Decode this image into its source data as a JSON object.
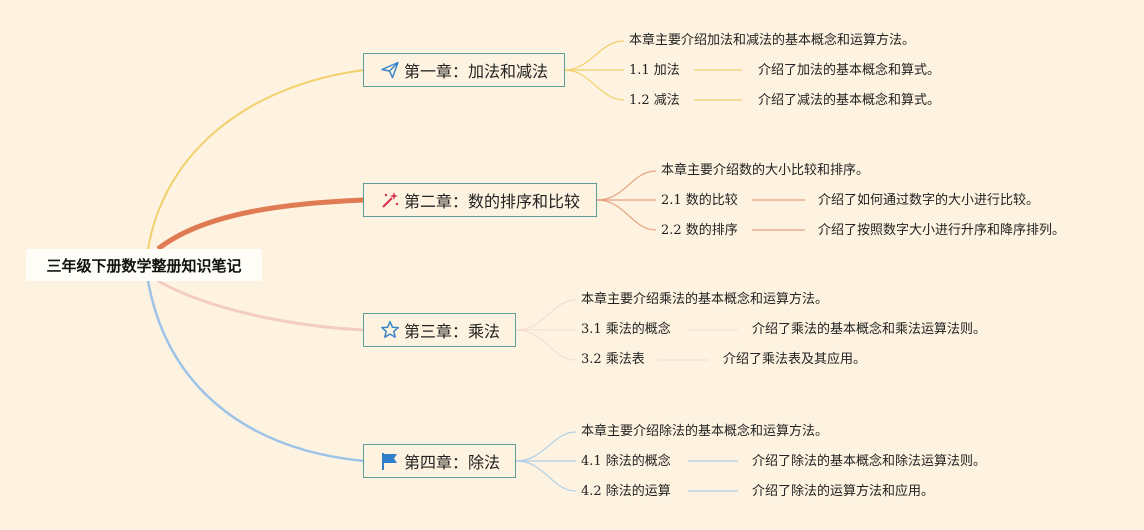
{
  "root": {
    "title": "三年级下册数学整册知识笔记"
  },
  "colors": {
    "background": "#fdf3e0",
    "chapter_border": "#5f9e98",
    "branch1": "#f2d06b",
    "branch2": "#e07a52",
    "branch3": "#f3cdbf",
    "branch4": "#9ec3e8"
  },
  "chapters": [
    {
      "label": "第一章：加法和减法",
      "icon": "paper-plane-icon",
      "summary": "本章主要介绍加法和减法的基本概念和运算方法。",
      "sections": [
        {
          "title": "1.1 加法",
          "detail": "介绍了加法的基本概念和算式。"
        },
        {
          "title": "1.2 减法",
          "detail": "介绍了减法的基本概念和算式。"
        }
      ]
    },
    {
      "label": "第二章：数的排序和比较",
      "icon": "magic-wand-icon",
      "summary": "本章主要介绍数的大小比较和排序。",
      "sections": [
        {
          "title": "2.1 数的比较",
          "detail": "介绍了如何通过数字的大小进行比较。"
        },
        {
          "title": "2.2 数的排序",
          "detail": "介绍了按照数字大小进行升序和降序排列。"
        }
      ]
    },
    {
      "label": "第三章：乘法",
      "icon": "star-icon",
      "summary": "本章主要介绍乘法的基本概念和运算方法。",
      "sections": [
        {
          "title": "3.1 乘法的概念",
          "detail": "介绍了乘法的基本概念和乘法运算法则。"
        },
        {
          "title": "3.2 乘法表",
          "detail": "介绍了乘法表及其应用。"
        }
      ]
    },
    {
      "label": "第四章：除法",
      "icon": "flag-icon",
      "summary": "本章主要介绍除法的基本概念和运算方法。",
      "sections": [
        {
          "title": "4.1 除法的概念",
          "detail": "介绍了除法的基本概念和除法运算法则。"
        },
        {
          "title": "4.2 除法的运算",
          "detail": "介绍了除法的运算方法和应用。"
        }
      ]
    }
  ]
}
